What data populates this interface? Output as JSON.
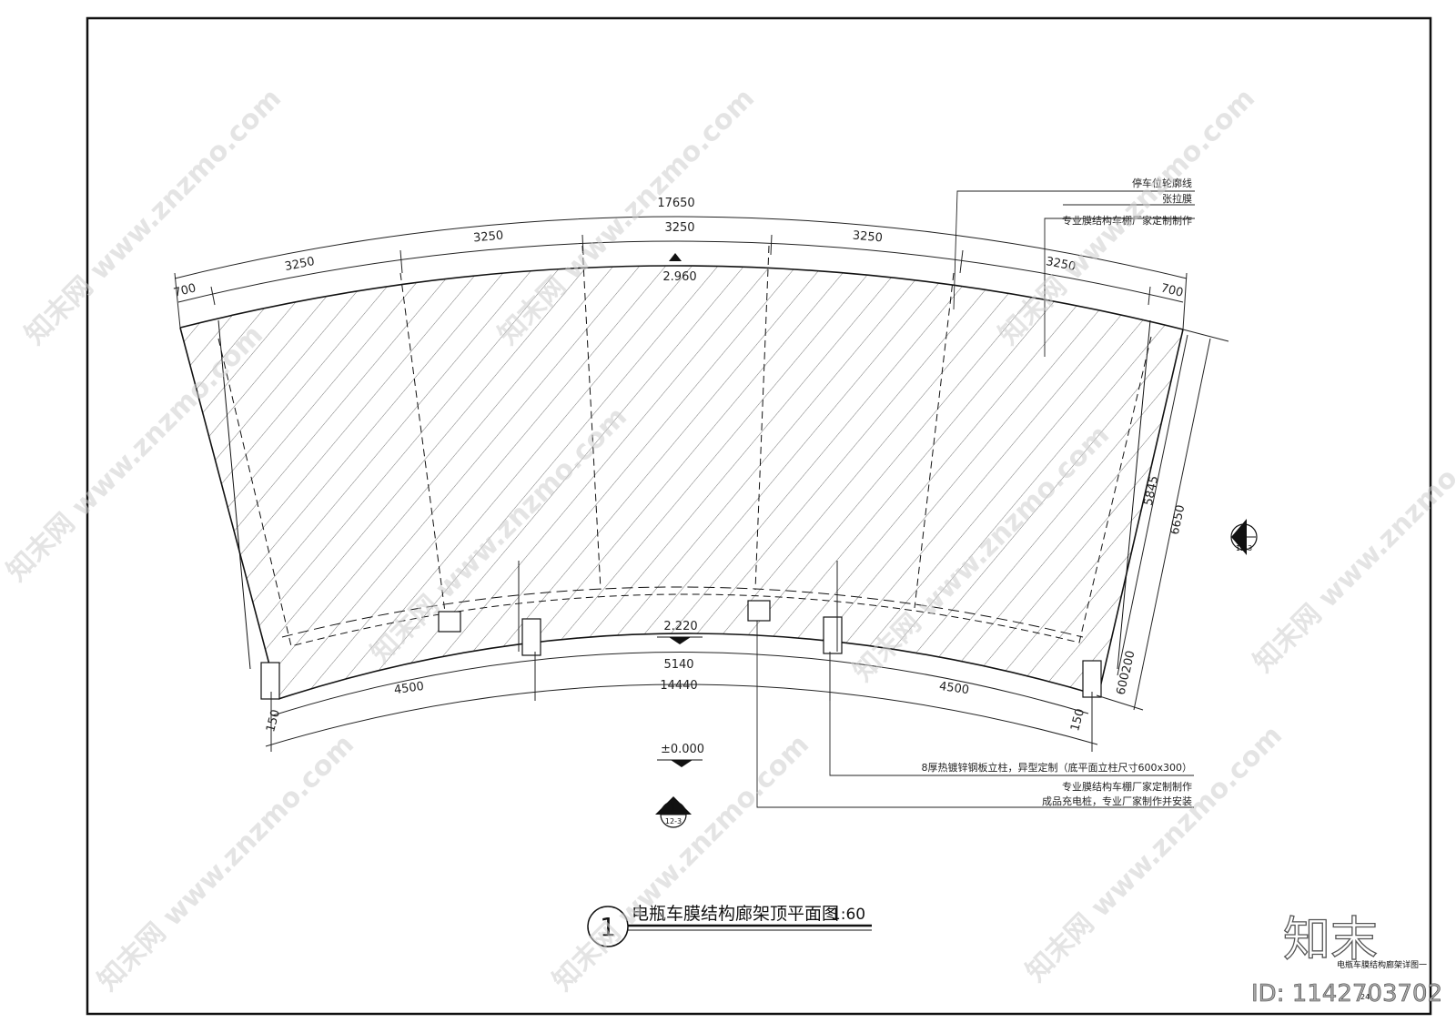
{
  "title": {
    "number": "1",
    "text": "电瓶车膜结构廊架顶平面图",
    "scale": "1:60"
  },
  "dimensions": {
    "top_total": "17650",
    "top_end_left": "700",
    "top_end_right": "700",
    "top_bay_1": "3250",
    "top_bay_2": "3250",
    "top_bay_3": "3250",
    "top_bay_4": "3250",
    "top_bay_5": "3250",
    "bottom_inner": "5140",
    "bottom_left": "4500",
    "bottom_right": "4500",
    "bottom_total": "14440",
    "bottom_end_left": "150",
    "bottom_end_right": "150",
    "side_inner": "5845",
    "side_total": "6650",
    "side_small_a": "600",
    "side_small_b": "200"
  },
  "levels": {
    "top": "2.960",
    "bottom": "2.220",
    "ground": "±0.000"
  },
  "notes": {
    "parking_outline": "停车位轮廓线",
    "tension_membrane": "张拉膜",
    "membrane_factory": "专业膜结构车棚厂家定制制作",
    "steel_column": "8厚热镀锌钢板立柱，异型定制（底平面立柱尺寸600x300）",
    "membrane_factory_2": "专业膜结构车棚厂家定制制作",
    "charging_pile": "成品充电桩，专业厂家制作并安装"
  },
  "section_marks": {
    "right_num": "2",
    "right_ref": "12-3",
    "bottom_num": "1",
    "bottom_ref": "12-3"
  },
  "title_block": {
    "sheet_name": "电瓶车膜结构廊架详图一",
    "sheet_no": "24"
  },
  "watermark": {
    "site_text": "知末网 www.znzmo.com",
    "logo": "知末",
    "id_text": "ID: 1142703702"
  }
}
